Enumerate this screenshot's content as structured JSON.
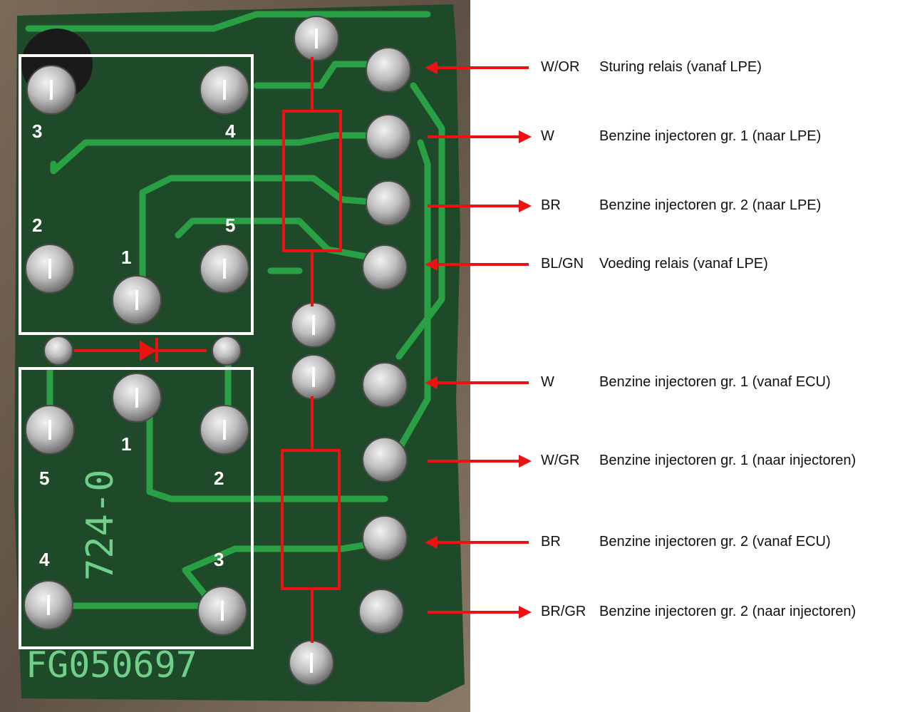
{
  "colors": {
    "board": "#1f4a2a",
    "trace": "#2aa045",
    "marker": "#ee1111",
    "outline": "#ffffff",
    "solder": "#c9c9c9",
    "background_photo": "#6b5a4a"
  },
  "relays": [
    {
      "pins": [
        "3",
        "4",
        "2",
        "1",
        "5"
      ]
    },
    {
      "pins": [
        "1",
        "5",
        "2",
        "4",
        "3"
      ]
    }
  ],
  "silkscreen": {
    "board_code": "724-0",
    "serial": "FG050697"
  },
  "connectors": [
    {
      "code": "W/OR",
      "label": "Sturing relais (vanaf LPE)",
      "direction": "in"
    },
    {
      "code": "W",
      "label": "Benzine injectoren gr. 1 (naar LPE)",
      "direction": "out"
    },
    {
      "code": "BR",
      "label": "Benzine injectoren gr. 2 (naar LPE)",
      "direction": "out"
    },
    {
      "code": "BL/GN",
      "label": "Voeding relais (vanaf LPE)",
      "direction": "in"
    },
    {
      "code": "W",
      "label": "Benzine injectoren gr. 1 (vanaf ECU)",
      "direction": "in"
    },
    {
      "code": "W/GR",
      "label": "Benzine injectoren gr. 1 (naar injectoren)",
      "direction": "out"
    },
    {
      "code": "BR",
      "label": "Benzine injectoren gr. 2 (vanaf ECU)",
      "direction": "in"
    },
    {
      "code": "BR/GR",
      "label": "Benzine injectoren gr. 2 (naar injectoren)",
      "direction": "out"
    }
  ]
}
